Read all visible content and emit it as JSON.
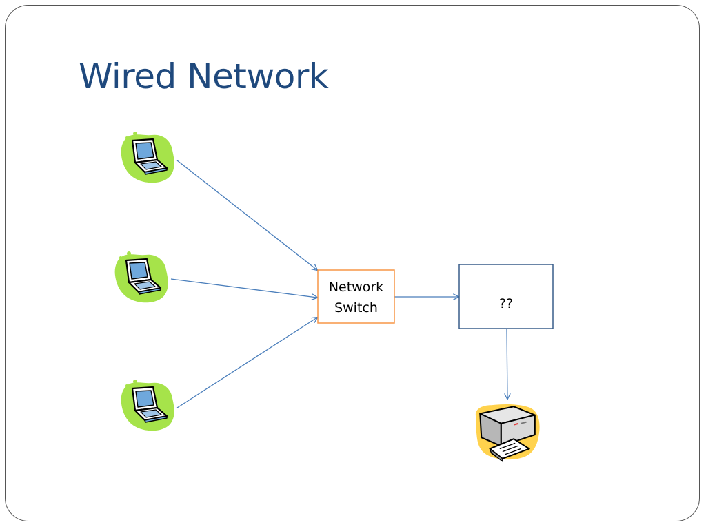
{
  "slide": {
    "title": "Wired Network"
  },
  "diagram": {
    "switch": {
      "line1": "Network",
      "line2": "Switch"
    },
    "unknown_device": {
      "label": "??"
    },
    "icons": {
      "laptop": "laptop-icon",
      "printer": "printer-icon"
    },
    "colors": {
      "title": "#1f497d",
      "connector": "#4a7ebb",
      "switch_border": "#f79646",
      "box_border": "#385d8a",
      "laptop_blob": "#a6e34a"
    }
  }
}
